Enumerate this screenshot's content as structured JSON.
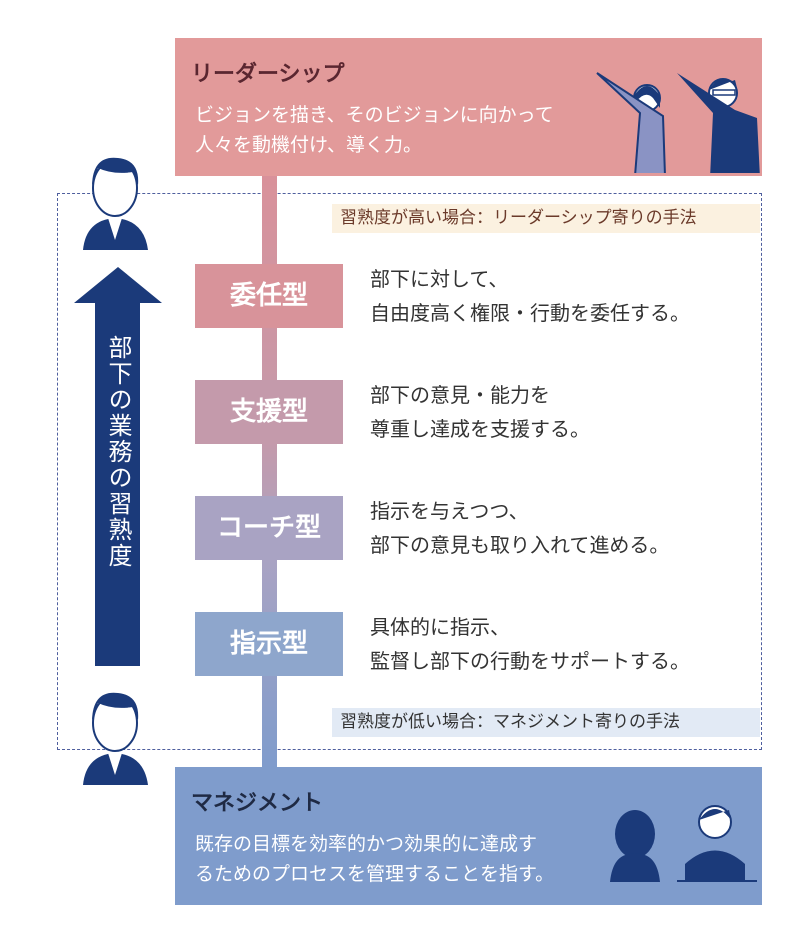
{
  "leadership": {
    "title": "リーダーシップ",
    "desc_lines": [
      "ビジョンを描き、そのビジョンに向かって",
      "人々を動機付け、導く力。"
    ]
  },
  "management": {
    "title": "マネジメント",
    "desc_lines": [
      "既存の目標を効率的かつ効果的に達成す",
      "るためのプロセスを管理することを指す。"
    ]
  },
  "tags": {
    "high": "習熟度が高い場合：リーダーシップ寄りの手法",
    "low": "習熟度が低い場合：マネジメント寄りの手法"
  },
  "arrow_label": "部下の業務の習熟度",
  "types": [
    {
      "name": "委任型",
      "lines": [
        "部下に対して、",
        "自由度高く権限・行動を委任する。"
      ],
      "color": "#d8939a"
    },
    {
      "name": "支援型",
      "lines": [
        "部下の意見・能力を",
        "尊重し達成を支援する。"
      ],
      "color": "#c49aab"
    },
    {
      "name": "コーチ型",
      "lines": [
        "指示を与えつつ、",
        "部下の意見も取り入れて進める。"
      ],
      "color": "#a9a3c3"
    },
    {
      "name": "指示型",
      "lines": [
        "具体的に指示、",
        "監督し部下の行動をサポートする。"
      ],
      "color": "#8ea6cc"
    }
  ],
  "colors": {
    "leadership": "#e29a9a",
    "management": "#7f9ccc",
    "navy": "#1b3a7a"
  }
}
